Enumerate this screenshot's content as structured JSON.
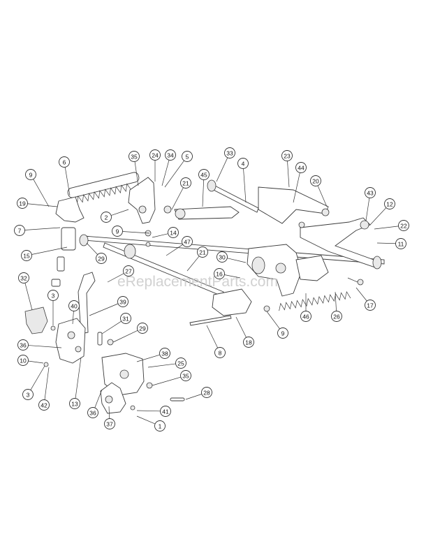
{
  "watermark": "eReplacementParts.com",
  "callouts": [
    {
      "label": "35"
    },
    {
      "label": "24"
    },
    {
      "label": "34"
    },
    {
      "label": "5"
    },
    {
      "label": "33"
    },
    {
      "label": "23"
    },
    {
      "label": "6"
    },
    {
      "label": "9"
    },
    {
      "label": "45"
    },
    {
      "label": "4"
    },
    {
      "label": "44"
    },
    {
      "label": "20"
    },
    {
      "label": "21"
    },
    {
      "label": "43"
    },
    {
      "label": "19"
    },
    {
      "label": "2"
    },
    {
      "label": "12"
    },
    {
      "label": "22"
    },
    {
      "label": "7"
    },
    {
      "label": "9"
    },
    {
      "label": "14"
    },
    {
      "label": "11"
    },
    {
      "label": "47"
    },
    {
      "label": "15"
    },
    {
      "label": "29"
    },
    {
      "label": "21"
    },
    {
      "label": "30"
    },
    {
      "label": "27"
    },
    {
      "label": "16"
    },
    {
      "label": "32"
    },
    {
      "label": "17"
    },
    {
      "label": "3"
    },
    {
      "label": "39"
    },
    {
      "label": "40"
    },
    {
      "label": "46"
    },
    {
      "label": "26"
    },
    {
      "label": "9"
    },
    {
      "label": "31"
    },
    {
      "label": "18"
    },
    {
      "label": "29"
    },
    {
      "label": "36"
    },
    {
      "label": "8"
    },
    {
      "label": "38"
    },
    {
      "label": "10"
    },
    {
      "label": "25"
    },
    {
      "label": "35"
    },
    {
      "label": "3"
    },
    {
      "label": "42"
    },
    {
      "label": "28"
    },
    {
      "label": "13"
    },
    {
      "label": "36"
    },
    {
      "label": "41"
    },
    {
      "label": "37"
    },
    {
      "label": "1"
    }
  ]
}
